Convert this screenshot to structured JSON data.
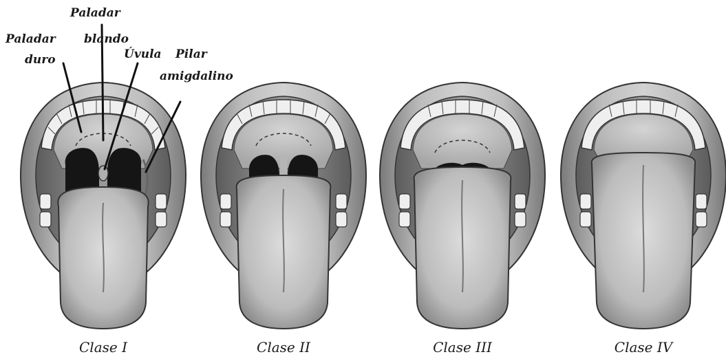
{
  "labels": {
    "paladar_top": "Paladar",
    "paladar_left": "Paladar",
    "blando": "blando",
    "duro": "duro",
    "uvula": "Úvula",
    "pilar": "Pilar",
    "amigdalino": "amigdalino"
  },
  "classes": [
    {
      "caption": "Clase I"
    },
    {
      "caption": "Clase II"
    },
    {
      "caption": "Clase III"
    },
    {
      "caption": "Clase IV"
    }
  ]
}
